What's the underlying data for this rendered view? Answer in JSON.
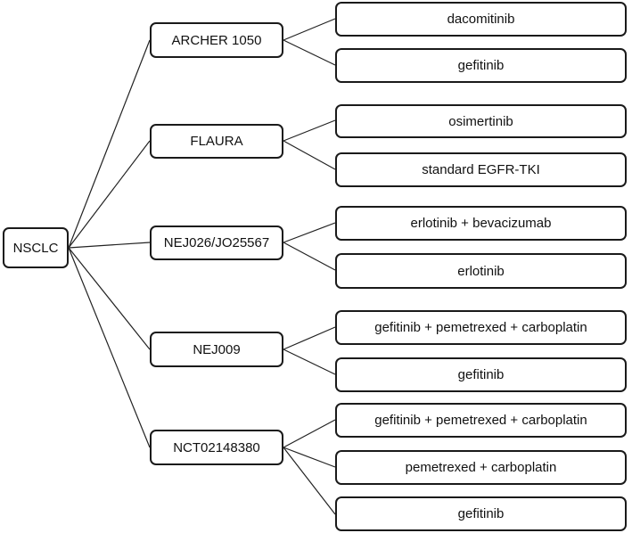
{
  "root": {
    "label": "NSCLC"
  },
  "trials": [
    {
      "label": "ARCHER 1050",
      "arms": [
        "dacomitinib",
        "gefitinib"
      ]
    },
    {
      "label": "FLAURA",
      "arms": [
        "osimertinib",
        "standard EGFR-TKI"
      ]
    },
    {
      "label": "NEJ026/JO25567",
      "arms": [
        "erlotinib + bevacizumab",
        "erlotinib"
      ]
    },
    {
      "label": "NEJ009",
      "arms": [
        "gefitinib + pemetrexed + carboplatin",
        "gefitinib"
      ]
    },
    {
      "label": "NCT02148380",
      "arms": [
        "gefitinib + pemetrexed + carboplatin",
        "pemetrexed + carboplatin",
        "gefitinib"
      ]
    }
  ]
}
